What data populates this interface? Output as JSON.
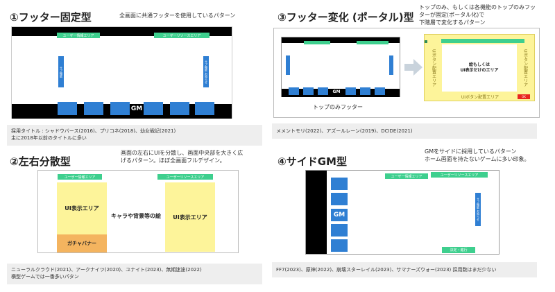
{
  "s1": {
    "title": "①フッター固定型",
    "desc": "全画面に共通フッターを使用しているパターン",
    "bar_user": "ユーザー情報エリア",
    "bar_resource": "ユーザーリソースエリア",
    "side_left": "サブ機能",
    "side_right": "サブ機能 お知らせ",
    "gm": "GM",
    "caption_line1": "採用タイトル : シャドウバース(2016)、プリコネ(2018)、幼女戦記(2021)",
    "caption_line2": "主に2018年以前のタイトルに多い"
  },
  "s2": {
    "title": "②左右分散型",
    "desc_line1": "画面の左右にUIを分散し、画面中央部を大きく広",
    "desc_line2": "げるパターン。ほぼ全画面フルデザイン。",
    "bar_user": "ユーザー情報エリア",
    "bar_resource": "ユーザーリソースエリア",
    "ui_left": "UI表示エリア",
    "ui_right": "UI表示エリア",
    "center": "キャラや背景等の絵",
    "gacha": "ガチャバナー",
    "caption_line1": "ニューラルクラウド(2021)、アークナイツ(2020)、ユナイト(2023)、無期迷途(2022)",
    "caption_line2": "横型ゲームでは一番多いパタン"
  },
  "s3": {
    "title": "③フッター変化 (ポータル)型",
    "desc_line1": "トップのみ、もしくは各機能のトップのみフッ",
    "desc_line2": "ターが固定(ポータル化)で",
    "desc_line3": "下階層で変化するパターン",
    "mini_gm": "GM",
    "top_only": "トップのみフッター",
    "big_center_line1": "絵もしくは",
    "big_center_line2": "UI表示だけのエリア",
    "ui_btn_left": "UIボタン配置エリア",
    "ui_btn_right": "UIボタン配置エリア",
    "ui_btn_bottom": "UIボタン配置エリア",
    "ok": "OK",
    "caption": "メメントモリ(2022)、アズールレーン(2019)、DCIDE(2021)"
  },
  "s4": {
    "title": "④サイドGM型",
    "desc_line1": "GMをサイドに採用しているパターン",
    "desc_line2": "ホーム画面を持たないゲームに多い印象。",
    "bar_user": "ユーザー情報エリア",
    "bar_resource": "ユーザーリソースエリア",
    "gm": "GM",
    "side_right": "サブ機能 お知らせ",
    "decide": "決定・進行",
    "caption": "FF7(2023)、原神(2022)、崩壊スターレイル(2023)、サマナーズウォー(2023)  採用数はまだ少ない"
  },
  "colors": {
    "green": "#3ecf8e",
    "blue": "#2f7fd3",
    "yellow": "#fdf49a",
    "orange": "#f4b45f",
    "red": "#e8251f",
    "caption_bg": "#eeeeee"
  }
}
